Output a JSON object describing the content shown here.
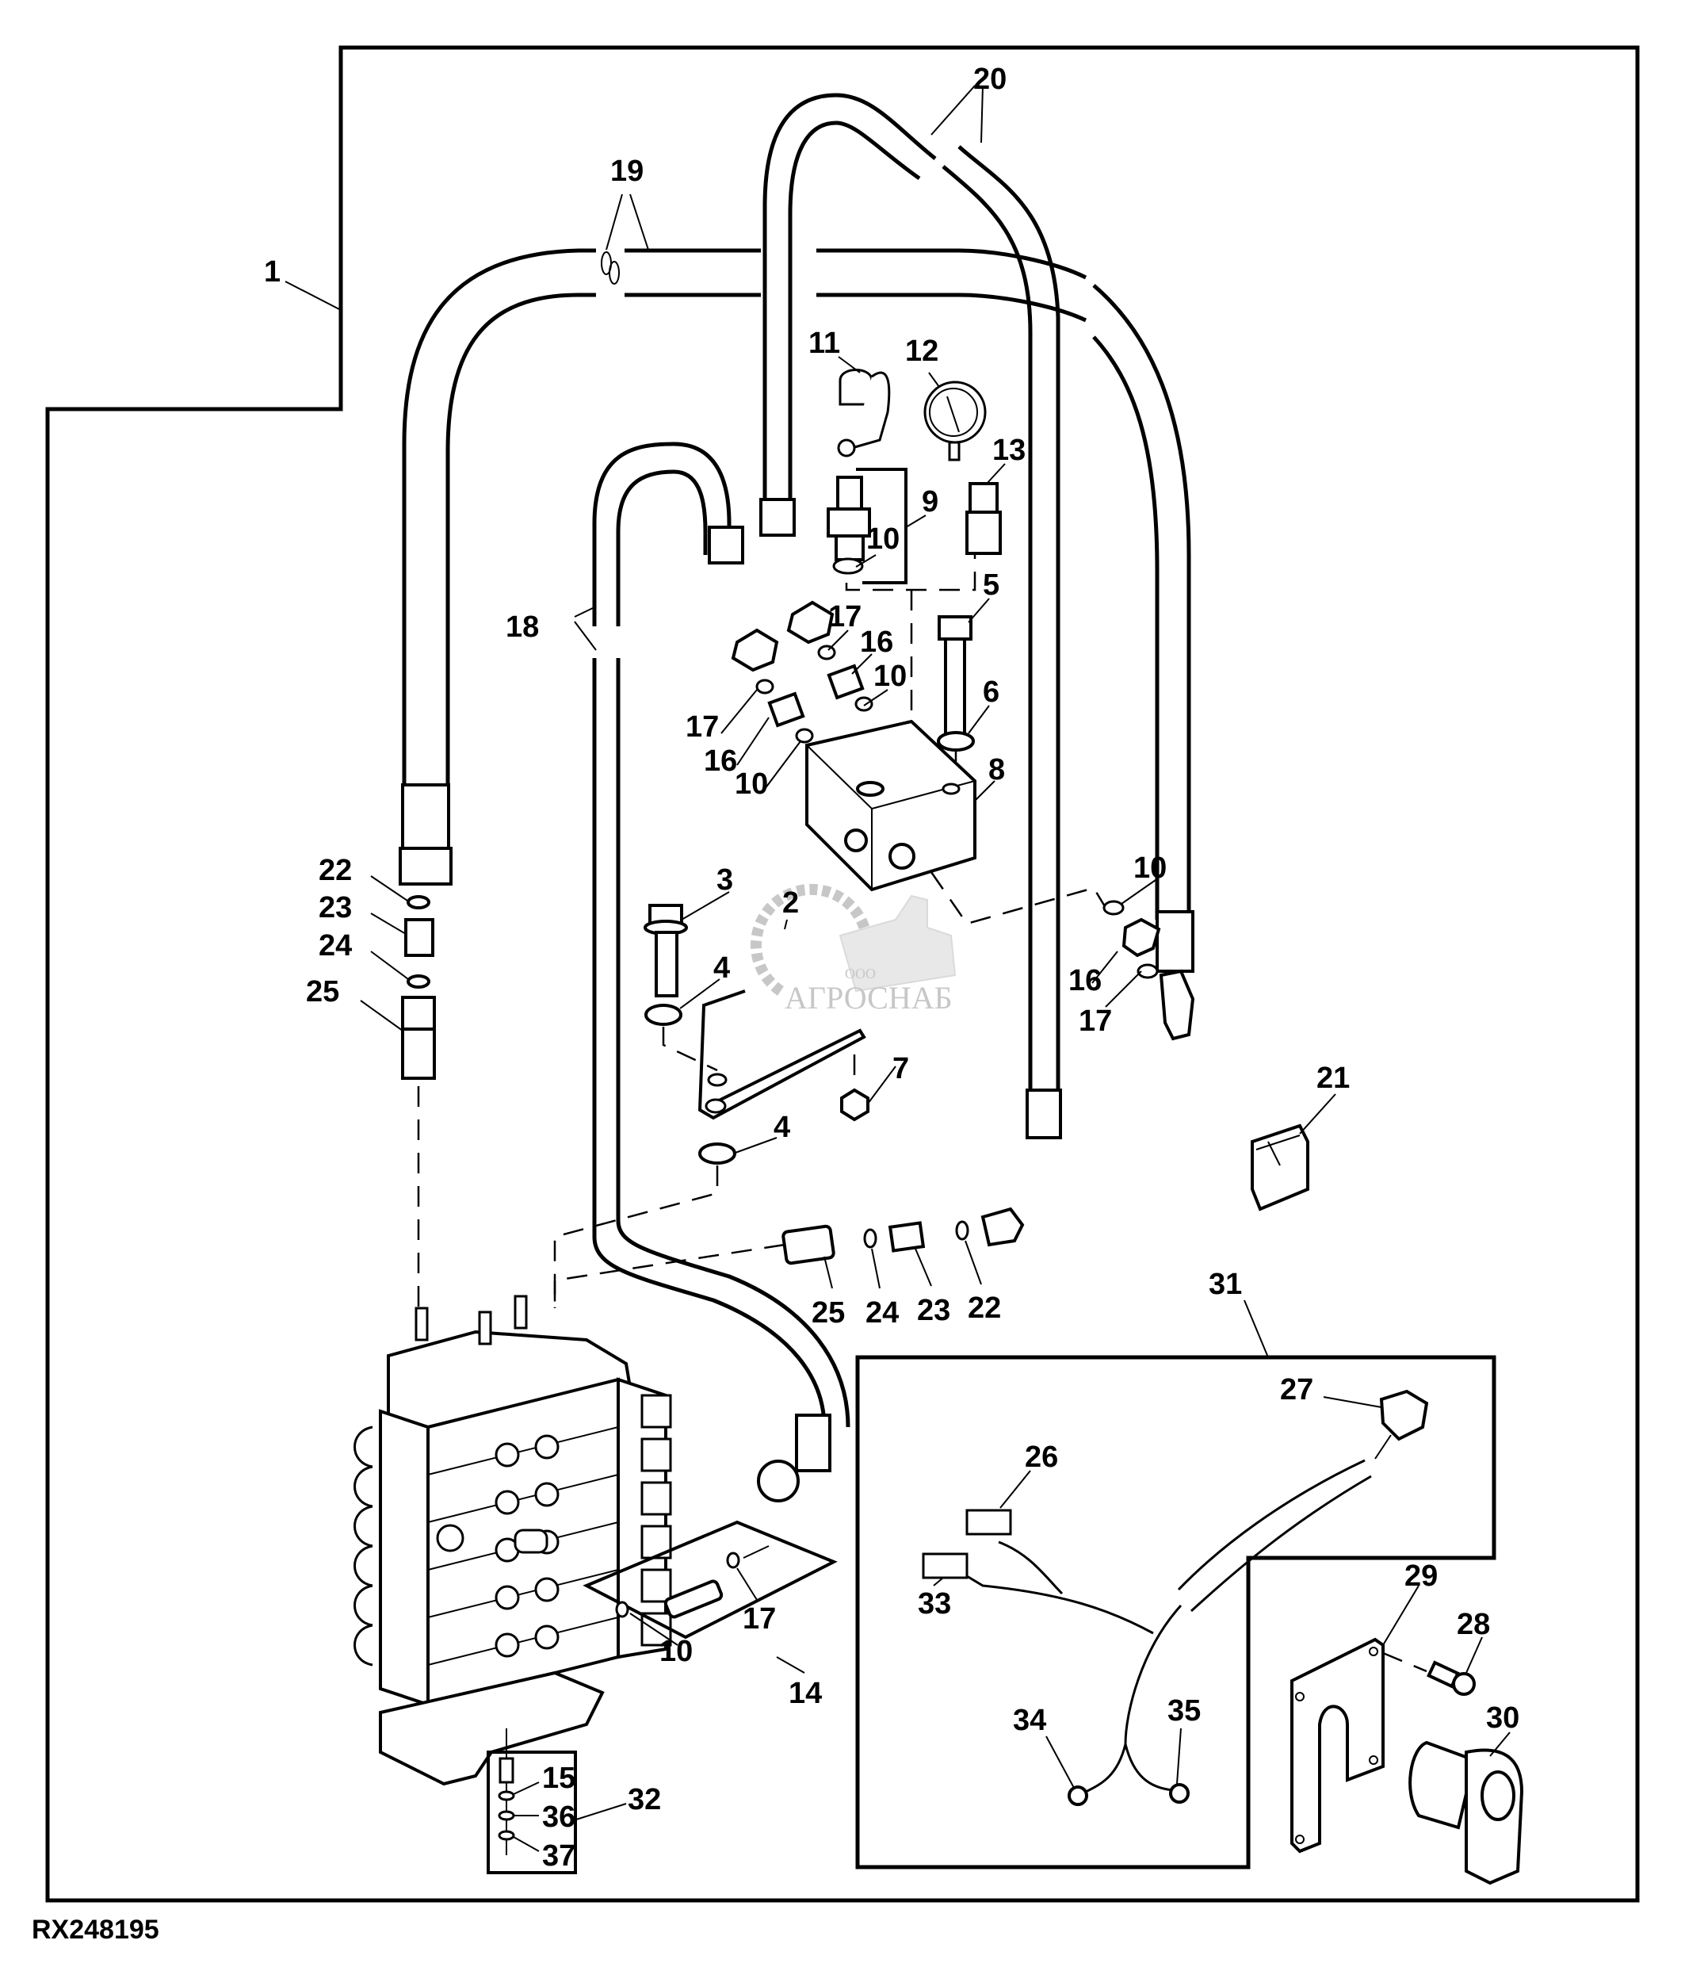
{
  "diagram": {
    "figure_code": "RX248195",
    "watermark": {
      "prefix": "ООО",
      "brand": "АГРОСНАБ"
    },
    "callouts": [
      {
        "id": "c1",
        "label": "1",
        "part": "frame-assembly"
      },
      {
        "id": "c19",
        "label": "19",
        "part": "hose"
      },
      {
        "id": "c20",
        "label": "20",
        "part": "hose"
      },
      {
        "id": "c11",
        "label": "11",
        "part": "dust-cap"
      },
      {
        "id": "c12",
        "label": "12",
        "part": "pressure-gauge"
      },
      {
        "id": "c13",
        "label": "13",
        "part": "quick-coupler"
      },
      {
        "id": "c9",
        "label": "9",
        "part": "test-port-kit"
      },
      {
        "id": "c10a",
        "label": "10",
        "part": "o-ring"
      },
      {
        "id": "c5",
        "label": "5",
        "part": "bolt"
      },
      {
        "id": "c17a",
        "label": "17",
        "part": "o-ring"
      },
      {
        "id": "c16a",
        "label": "16",
        "part": "adapter"
      },
      {
        "id": "c10b",
        "label": "10",
        "part": "o-ring"
      },
      {
        "id": "c6",
        "label": "6",
        "part": "washer"
      },
      {
        "id": "c18",
        "label": "18",
        "part": "hose"
      },
      {
        "id": "c17b",
        "label": "17",
        "part": "o-ring"
      },
      {
        "id": "c16b",
        "label": "16",
        "part": "adapter"
      },
      {
        "id": "c10c",
        "label": "10",
        "part": "o-ring"
      },
      {
        "id": "c8",
        "label": "8",
        "part": "manifold-block"
      },
      {
        "id": "c22a",
        "label": "22",
        "part": "o-ring"
      },
      {
        "id": "c23a",
        "label": "23",
        "part": "adapter"
      },
      {
        "id": "c24a",
        "label": "24",
        "part": "o-ring"
      },
      {
        "id": "c25a",
        "label": "25",
        "part": "quick-coupler"
      },
      {
        "id": "c3",
        "label": "3",
        "part": "flange-bolt"
      },
      {
        "id": "c2",
        "label": "2",
        "part": "bracket"
      },
      {
        "id": "c4a",
        "label": "4",
        "part": "washer"
      },
      {
        "id": "c10d",
        "label": "10",
        "part": "o-ring"
      },
      {
        "id": "c16c",
        "label": "16",
        "part": "adapter"
      },
      {
        "id": "c17c",
        "label": "17",
        "part": "o-ring"
      },
      {
        "id": "c7",
        "label": "7",
        "part": "nut"
      },
      {
        "id": "c21",
        "label": "21",
        "part": "rocker-switch"
      },
      {
        "id": "c4b",
        "label": "4",
        "part": "washer"
      },
      {
        "id": "c25b",
        "label": "25",
        "part": "quick-coupler"
      },
      {
        "id": "c24b",
        "label": "24",
        "part": "o-ring"
      },
      {
        "id": "c23b",
        "label": "23",
        "part": "adapter"
      },
      {
        "id": "c22b",
        "label": "22",
        "part": "o-ring"
      },
      {
        "id": "c31",
        "label": "31",
        "part": "wiring-harness"
      },
      {
        "id": "c27",
        "label": "27",
        "part": "connector"
      },
      {
        "id": "c26",
        "label": "26",
        "part": "connector"
      },
      {
        "id": "c33",
        "label": "33",
        "part": "connector"
      },
      {
        "id": "c17d",
        "label": "17",
        "part": "o-ring"
      },
      {
        "id": "c10e",
        "label": "10",
        "part": "o-ring"
      },
      {
        "id": "c14",
        "label": "14",
        "part": "cartridge-kit"
      },
      {
        "id": "c29",
        "label": "29",
        "part": "plate"
      },
      {
        "id": "c28",
        "label": "28",
        "part": "screw"
      },
      {
        "id": "c30",
        "label": "30",
        "part": "boot"
      },
      {
        "id": "c34",
        "label": "34",
        "part": "ring-terminal"
      },
      {
        "id": "c35",
        "label": "35",
        "part": "ring-terminal"
      },
      {
        "id": "c15",
        "label": "15",
        "part": "plug"
      },
      {
        "id": "c32",
        "label": "32",
        "part": "plug-kit"
      },
      {
        "id": "c36",
        "label": "36",
        "part": "o-ring"
      },
      {
        "id": "c37",
        "label": "37",
        "part": "o-ring"
      }
    ]
  }
}
